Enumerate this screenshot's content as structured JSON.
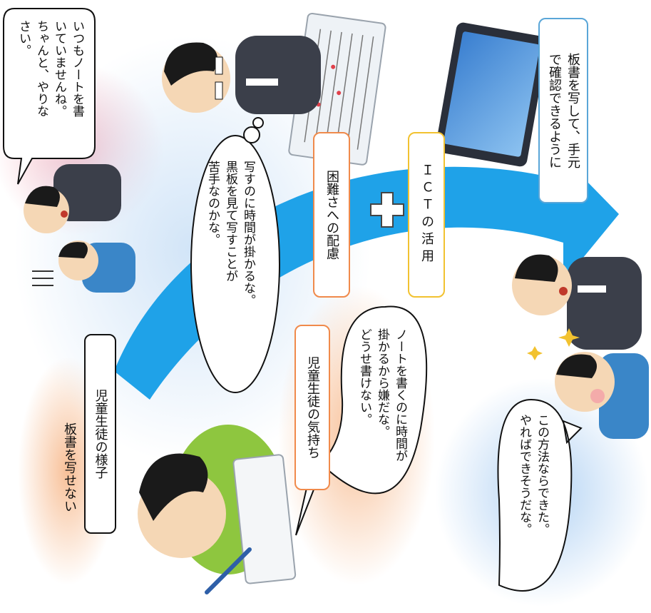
{
  "labels": {
    "title": "板書を写せない",
    "student_state": "児童生徒の様子",
    "student_feelings": "児童生徒の気持ち",
    "consideration": "困難さへの配慮",
    "ict": "ＩＣＴの活用"
  },
  "bubbles": {
    "teacher_scold": "いつもノートを書\nいていませんね。\nちゃんと、やりな\nさい。",
    "teacher_thought": "写すのに時間が掛かるな。\n黒板を見て写すことが\n苦手なのかな。",
    "student_speech": "ノートを書くのに時間が\n掛かるから嫌だな。\nどうせ書けない。",
    "student_success": "この方法ならできた。\nやればできそうだな。",
    "tablet_note": "板書を写して、手元\nで確認できるように"
  },
  "colors": {
    "arrow": "#1fa2e8",
    "teacher_suit": "#3b3f4a",
    "student_shirt_green": "#8ec63f",
    "student_shirt_blue": "#3a86c8",
    "box_orange": "#f08a4b",
    "box_yellow": "#f2c230",
    "box_blue": "#5aa6d8",
    "box_black": "#111111",
    "glow_orange": "#f7b98c",
    "glow_pink": "#f4b6c2",
    "glow_blue": "#a9cdf2"
  }
}
